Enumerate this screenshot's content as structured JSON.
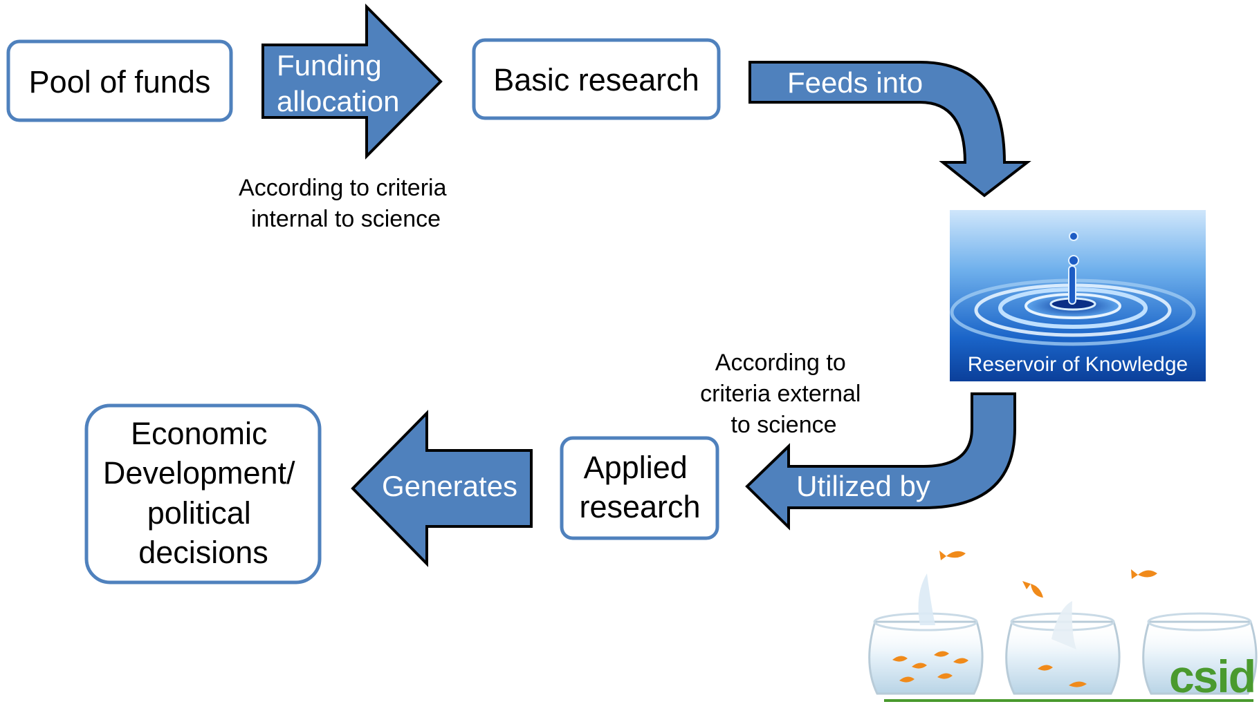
{
  "nodes": {
    "pool": "Pool of funds",
    "basic": "Basic research",
    "applied": [
      "Applied",
      "research"
    ],
    "economic": [
      "Economic",
      "Development/",
      "political",
      "decisions"
    ]
  },
  "arrows": {
    "funding": [
      "Funding",
      "allocation"
    ],
    "feeds": "Feeds into",
    "utilized": "Utilized by",
    "generates": "Generates"
  },
  "notes": {
    "internal": [
      "According to criteria",
      "internal  to science"
    ],
    "external": [
      "According to",
      "criteria external",
      "to science"
    ]
  },
  "reservoir": {
    "caption": "Reservoir of Knowledge"
  },
  "logo": {
    "text": "csid"
  },
  "colors": {
    "arrow_fill": "#4f81bd",
    "arrow_stroke": "#000000",
    "box_border": "#4f81bd",
    "logo_green": "#4a9a2e"
  }
}
